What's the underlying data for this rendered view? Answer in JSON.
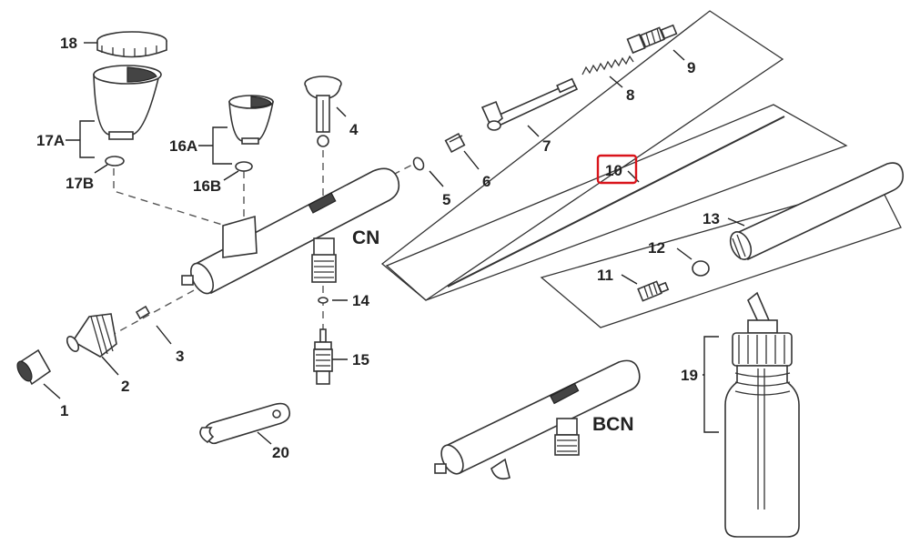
{
  "labels": {
    "p1": "1",
    "p2": "2",
    "p3": "3",
    "p4": "4",
    "p5": "5",
    "p6": "6",
    "p7": "7",
    "p8": "8",
    "p9": "9",
    "p10": "10",
    "p11": "11",
    "p12": "12",
    "p13": "13",
    "p14": "14",
    "p15": "15",
    "p16a": "16A",
    "p16b": "16B",
    "p17a": "17A",
    "p17b": "17B",
    "p18": "18",
    "p19": "19",
    "p20": "20",
    "cn": "CN",
    "bcn": "BCN"
  },
  "highlighted_part": "10",
  "colors": {
    "highlight": "#d9141b",
    "line": "#333333"
  }
}
